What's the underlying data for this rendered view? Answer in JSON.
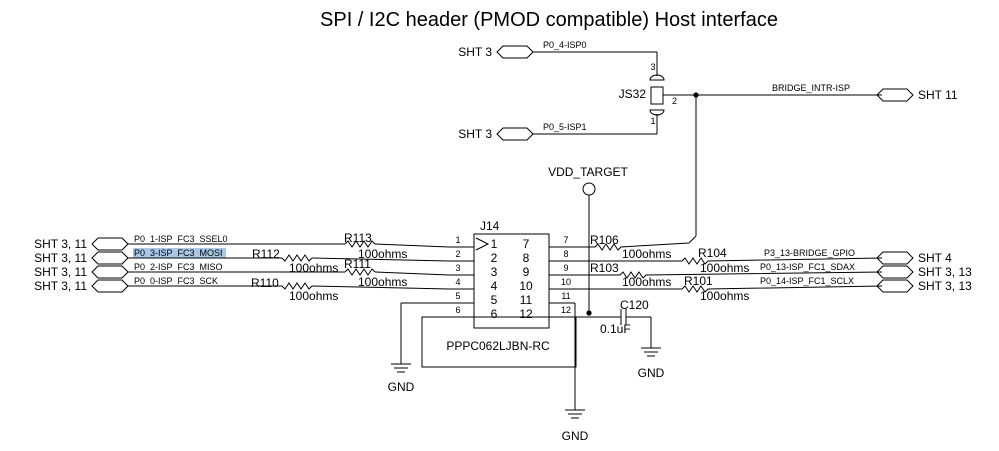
{
  "title": "SPI / I2C header (PMOD compatible) Host interface",
  "sheet_refs": {
    "isp0": "SHT 3",
    "isp1": "SHT 3",
    "bridge_intr": "SHT 11",
    "left_sseL0": "SHT 3, 11",
    "left_mosi": "SHT 3, 11",
    "left_miso": "SHT 3, 11",
    "left_sck": "SHT 3, 11",
    "right_gpio": "SHT 4",
    "right_sda": "SHT 3, 13",
    "right_scl": "SHT 3, 13"
  },
  "nets": {
    "isp0": "P0_4-ISP0",
    "isp1": "P0_5-ISP1",
    "bridge_intr": "BRIDGE_INTR-ISP",
    "ssel0": "P0_1-ISP_FC3_SSEL0",
    "mosi": "P0_3-ISP_FC3_MOSI",
    "miso": "P0_2-ISP_FC3_MISO",
    "sck": "P0_0-ISP_FC3_SCK",
    "gpio": "P3_13-BRIDGE_GPIO",
    "sda": "P0_13-ISP_FC1_SDAX",
    "scl": "P0_14-ISP_FC1_SCLX"
  },
  "jumper": {
    "ref": "JS32",
    "pin1": "1",
    "pin2": "2",
    "pin3": "3"
  },
  "power": {
    "vdd": "VDD_TARGET",
    "gnd1": "GND",
    "gnd2": "GND",
    "gnd3": "GND"
  },
  "connector": {
    "ref": "J14",
    "part": "PPPC062LJBN-RC",
    "left_pins": [
      "1",
      "2",
      "3",
      "4",
      "5",
      "6"
    ],
    "right_pins": [
      "7",
      "8",
      "9",
      "10",
      "11",
      "12"
    ],
    "left_outer": [
      "1",
      "2",
      "3",
      "4",
      "5",
      "6"
    ],
    "right_outer": [
      "7",
      "8",
      "9",
      "10",
      "11",
      "12"
    ]
  },
  "resistors": {
    "r113": {
      "ref": "R113",
      "value": "100ohms"
    },
    "r112": {
      "ref": "R112",
      "value": "100ohms"
    },
    "r111": {
      "ref": "R111",
      "value": "100ohms"
    },
    "r110": {
      "ref": "R110",
      "value": "100ohms"
    },
    "r106": {
      "ref": "R106",
      "value": "100ohms"
    },
    "r104": {
      "ref": "R104",
      "value": "100ohms"
    },
    "r103": {
      "ref": "R103",
      "value": "100ohms"
    },
    "r101": {
      "ref": "R101",
      "value": "100ohms"
    }
  },
  "capacitor": {
    "ref": "C120",
    "value": "0.1uF"
  }
}
